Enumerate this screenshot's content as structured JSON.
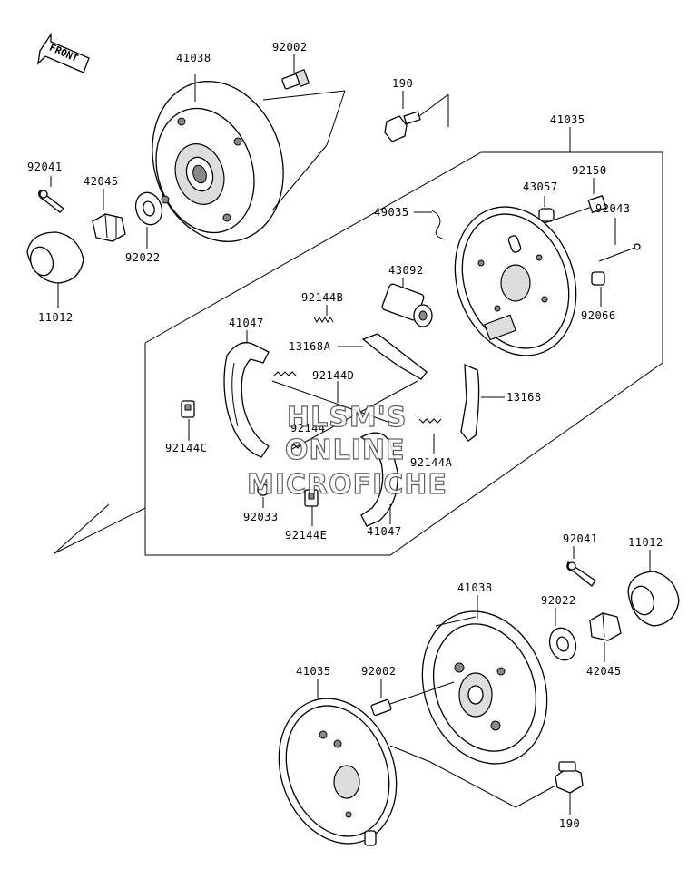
{
  "front_indicator": "FRONT",
  "labels": [
    {
      "id": "lbl-41038-top",
      "text": "41038"
    },
    {
      "id": "lbl-92002-top",
      "text": "92002"
    },
    {
      "id": "lbl-190-top",
      "text": "190"
    },
    {
      "id": "lbl-41035-top",
      "text": "41035"
    },
    {
      "id": "lbl-92041-top",
      "text": "92041"
    },
    {
      "id": "lbl-42045-top",
      "text": "42045"
    },
    {
      "id": "lbl-92022-top",
      "text": "92022"
    },
    {
      "id": "lbl-11012-top",
      "text": "11012"
    },
    {
      "id": "lbl-43057",
      "text": "43057"
    },
    {
      "id": "lbl-92150",
      "text": "92150"
    },
    {
      "id": "lbl-49035",
      "text": "49035"
    },
    {
      "id": "lbl-92043",
      "text": "92043"
    },
    {
      "id": "lbl-43092",
      "text": "43092"
    },
    {
      "id": "lbl-92066",
      "text": "92066"
    },
    {
      "id": "lbl-92144b",
      "text": "92144B"
    },
    {
      "id": "lbl-41047-top",
      "text": "41047"
    },
    {
      "id": "lbl-13168a",
      "text": "13168A"
    },
    {
      "id": "lbl-92144d",
      "text": "92144D"
    },
    {
      "id": "lbl-13168",
      "text": "13168"
    },
    {
      "id": "lbl-92144",
      "text": "92144"
    },
    {
      "id": "lbl-92144c",
      "text": "92144C"
    },
    {
      "id": "lbl-92144a",
      "text": "92144A"
    },
    {
      "id": "lbl-92033",
      "text": "92033"
    },
    {
      "id": "lbl-92144e",
      "text": "92144E"
    },
    {
      "id": "lbl-41047-bot",
      "text": "41047"
    },
    {
      "id": "lbl-92041-bot",
      "text": "92041"
    },
    {
      "id": "lbl-11012-bot",
      "text": "11012"
    },
    {
      "id": "lbl-41038-bot",
      "text": "41038"
    },
    {
      "id": "lbl-92022-bot",
      "text": "92022"
    },
    {
      "id": "lbl-42045-bot",
      "text": "42045"
    },
    {
      "id": "lbl-41035-bot",
      "text": "41035"
    },
    {
      "id": "lbl-92002-bot",
      "text": "92002"
    },
    {
      "id": "lbl-190-bot",
      "text": "190"
    }
  ],
  "watermark": [
    "HLSM'S",
    "ONLINE",
    "MICROFICHE"
  ]
}
